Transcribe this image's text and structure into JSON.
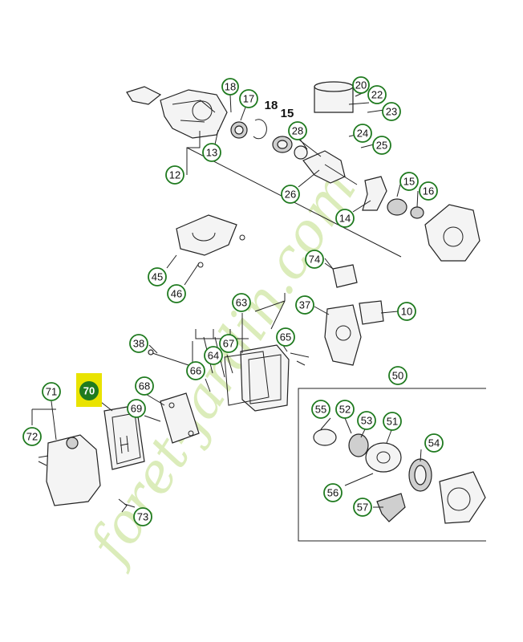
{
  "diagram": {
    "selected_part": "70",
    "watermark": "foret-jardin.com",
    "plain_labels": [
      "18",
      "15"
    ],
    "callouts": [
      "18",
      "17",
      "13",
      "12",
      "28",
      "20",
      "22",
      "23",
      "24",
      "25",
      "26",
      "15",
      "16",
      "14",
      "45",
      "46",
      "74",
      "63",
      "37",
      "10",
      "38",
      "67",
      "65",
      "64",
      "66",
      "68",
      "69",
      "70",
      "71",
      "72",
      "73",
      "50",
      "55",
      "52",
      "53",
      "51",
      "54",
      "56",
      "57"
    ],
    "colors": {
      "callout_border": "#1f7a1f",
      "selected_fill": "#1f7a1f",
      "selected_highlight": "#e9e300",
      "watermark": "#cfe6a3"
    }
  }
}
